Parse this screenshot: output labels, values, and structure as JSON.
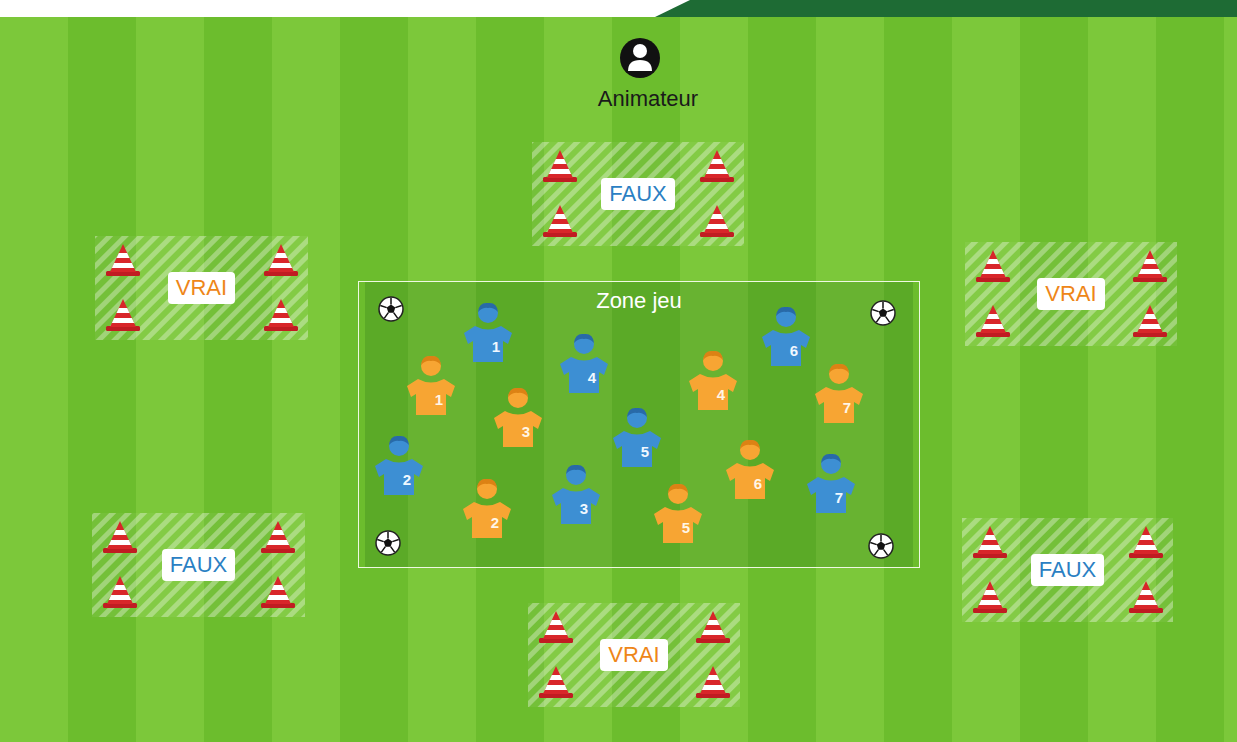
{
  "diagram": {
    "nodes": [
      {
        "text": [
          "FAUX"
        ]
      },
      {
        "text": [
          "VRAI"
        ]
      },
      {
        "text": [
          "VRAI"
        ]
      },
      {
        "text": [
          "Zone jeu"
        ]
      },
      {
        "text": [
          "1"
        ],
        "in": 3
      },
      {
        "text": [
          "6"
        ],
        "in": 3
      },
      {
        "text": [
          "4"
        ],
        "in": 3
      },
      {
        "text": [
          "4"
        ],
        "in": 3
      },
      {
        "text": [
          "1"
        ],
        "in": 3
      },
      {
        "text": [
          "7"
        ],
        "in": 3
      },
      {
        "text": [
          "3"
        ],
        "in": 3
      },
      {
        "text": [
          "5"
        ],
        "in": 3
      },
      {
        "text": [
          "2"
        ],
        "in": 3
      },
      {
        "text": [
          "6"
        ],
        "in": 3
      },
      {
        "text": [
          "7"
        ],
        "in": 3
      },
      {
        "text": [
          "3"
        ],
        "in": 3
      },
      {
        "text": [
          "2"
        ],
        "in": 3
      },
      {
        "text": [
          "5"
        ],
        "in": 3
      },
      {
        "text": [
          "FAUX"
        ]
      },
      {
        "text": [
          "FAUX"
        ]
      },
      {
        "text": [
          "VRAI"
        ]
      }
    ],
    "labels": [
      "Animateur"
    ]
  }
}
